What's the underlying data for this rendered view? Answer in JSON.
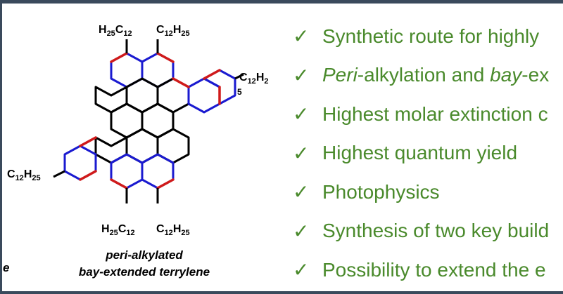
{
  "structure": {
    "substituents": {
      "top_left": [
        "H",
        "25",
        "C",
        "12"
      ],
      "top_right": [
        "C",
        "12",
        "H",
        "25"
      ],
      "right": [
        "C",
        "12",
        "H",
        "2"
      ],
      "right_sub5": "5",
      "left": [
        "C",
        "12",
        "H",
        "25"
      ],
      "bottom_left": [
        "H",
        "25",
        "C",
        "12"
      ],
      "bottom_right": [
        "C",
        "12",
        "H",
        "25"
      ]
    },
    "caption_line1": "peri-alkylated",
    "caption_line2": "bay-extended terrylene",
    "left_fragment": "e",
    "colors": {
      "blue_bonds": "#1a1ad0",
      "red_bonds": "#d01a1a",
      "black_bonds": "#000000"
    }
  },
  "points": [
    {
      "check": "✓",
      "text": "Synthetic route for highly"
    },
    {
      "check": "✓",
      "italic1": "Peri",
      "text1": "-alkylation and ",
      "italic2": "bay",
      "text2": "-ex"
    },
    {
      "check": "✓",
      "text": "Highest molar extinction c"
    },
    {
      "check": "✓",
      "text": "Highest quantum yield"
    },
    {
      "check": "✓",
      "text": "Photophysics"
    },
    {
      "check": "✓",
      "text": "Synthesis of two key build"
    },
    {
      "check": "✓",
      "text": "Possibility to extend the e"
    }
  ],
  "colors": {
    "text_green": "#4a8a2c",
    "frame": "#3a4a5c"
  }
}
